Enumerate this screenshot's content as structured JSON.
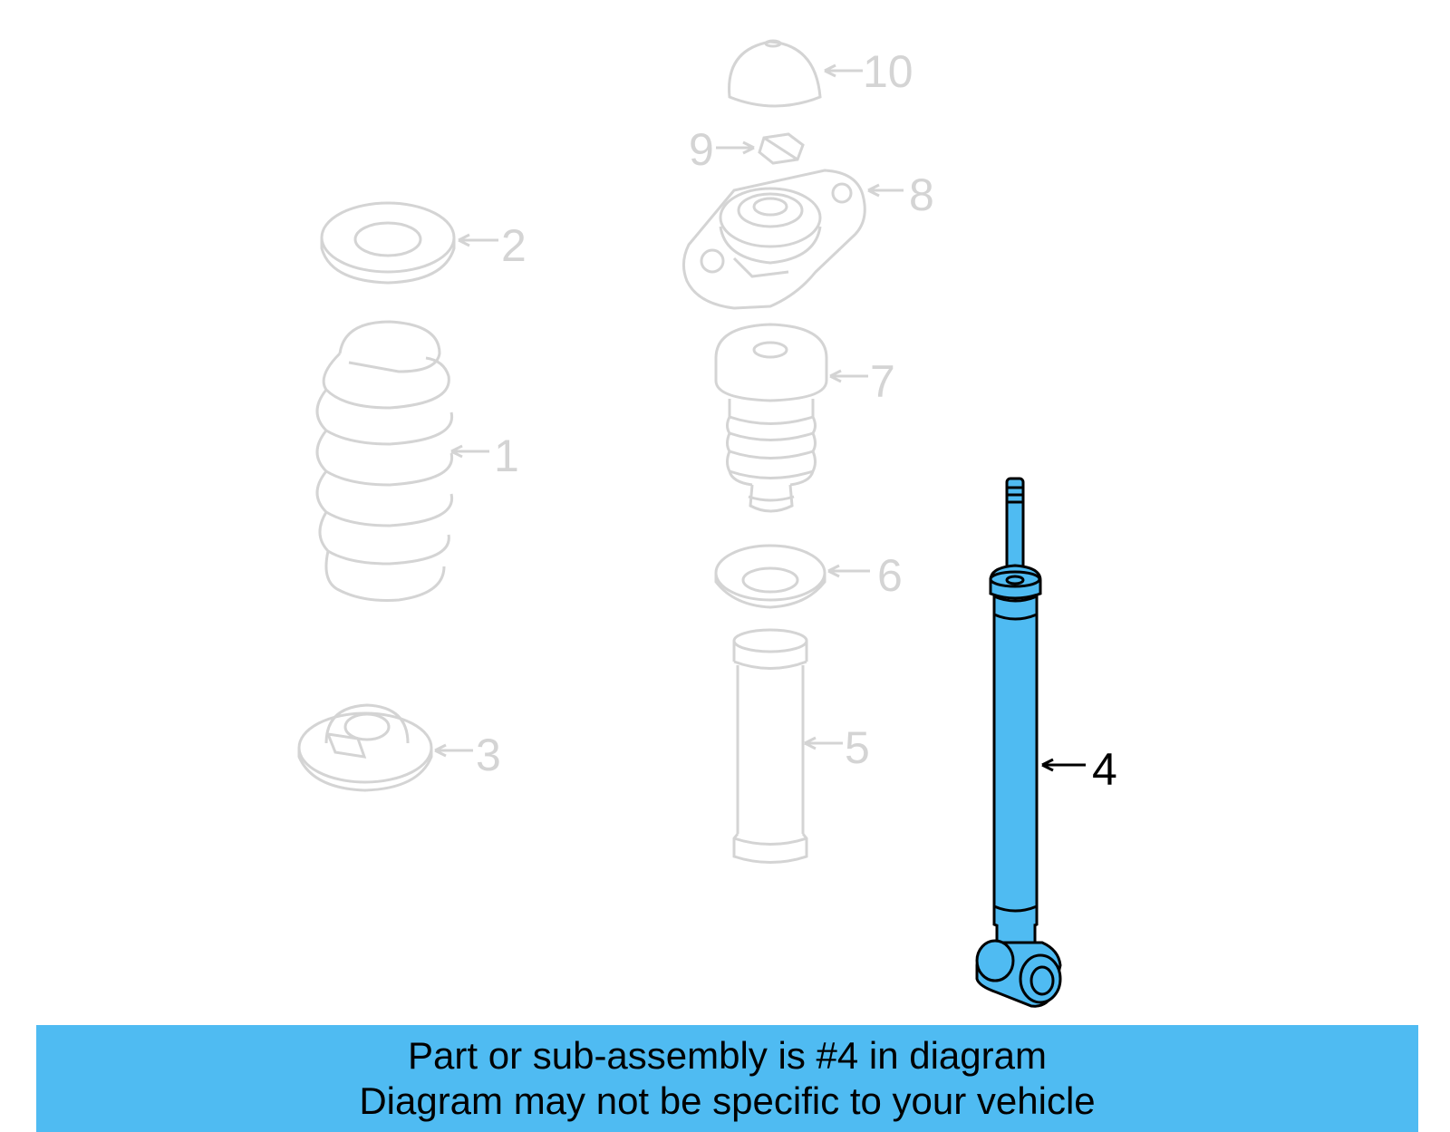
{
  "diagram": {
    "callouts": [
      {
        "id": "1",
        "label": "1",
        "highlighted": false
      },
      {
        "id": "2",
        "label": "2",
        "highlighted": false
      },
      {
        "id": "3",
        "label": "3",
        "highlighted": false
      },
      {
        "id": "4",
        "label": "4",
        "highlighted": true
      },
      {
        "id": "5",
        "label": "5",
        "highlighted": false
      },
      {
        "id": "6",
        "label": "6",
        "highlighted": false
      },
      {
        "id": "7",
        "label": "7",
        "highlighted": false
      },
      {
        "id": "8",
        "label": "8",
        "highlighted": false
      },
      {
        "id": "9",
        "label": "9",
        "highlighted": false
      },
      {
        "id": "10",
        "label": "10",
        "highlighted": false
      }
    ],
    "colors": {
      "highlight": "#4fbbf2",
      "faded_line": "#d4d4d4",
      "active_line": "#000000"
    }
  },
  "banner": {
    "line1": "Part or sub-assembly is #4 in diagram",
    "line2": "Diagram may not be specific to your vehicle"
  }
}
